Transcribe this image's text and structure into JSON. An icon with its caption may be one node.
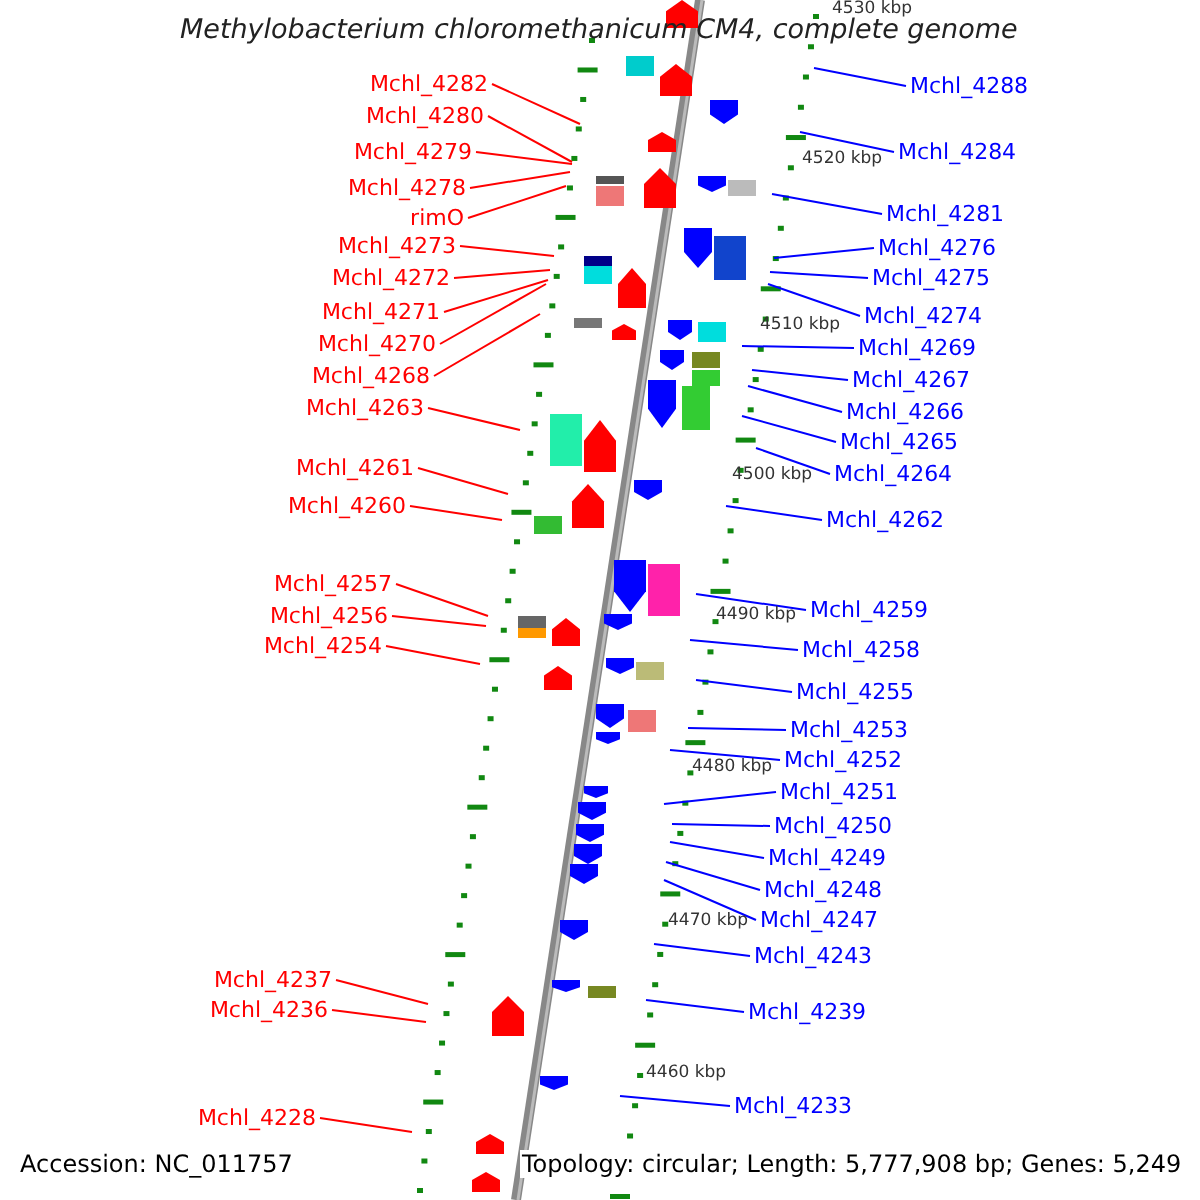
{
  "diagram": {
    "title": "Methylobacterium chloromethanicum CM4, complete genome",
    "nodes": [
      {
        "text": [
          "Mchl_4282"
        ]
      },
      {
        "text": [
          "Mchl_4288"
        ]
      },
      {
        "text": [
          "Mchl_4280"
        ]
      },
      {
        "text": [
          "Mchl_4279"
        ]
      },
      {
        "text": [
          "Mchl_4284"
        ]
      },
      {
        "text": [
          "Mchl_4278"
        ]
      },
      {
        "text": [
          "Mchl_4281"
        ]
      },
      {
        "text": [
          "rimO"
        ]
      },
      {
        "text": [
          "Mchl_4273"
        ]
      },
      {
        "text": [
          "Mchl_4276"
        ]
      },
      {
        "text": [
          "Mchl_4272"
        ]
      },
      {
        "text": [
          "Mchl_4275"
        ]
      },
      {
        "text": [
          "Mchl_4271"
        ]
      },
      {
        "text": [
          "Mchl_4274"
        ]
      },
      {
        "text": [
          "Mchl_4270"
        ]
      },
      {
        "text": [
          "Mchl_4269"
        ]
      },
      {
        "text": [
          "Mchl_4268"
        ]
      },
      {
        "text": [
          "Mchl_4267"
        ]
      },
      {
        "text": [
          "Mchl_4263"
        ]
      },
      {
        "text": [
          "Mchl_4266"
        ]
      },
      {
        "text": [
          "Mchl_4265"
        ]
      },
      {
        "text": [
          "Mchl_4264"
        ]
      },
      {
        "text": [
          "Mchl_4261"
        ]
      },
      {
        "text": [
          "Mchl_4260"
        ]
      },
      {
        "text": [
          "Mchl_4262"
        ]
      },
      {
        "text": [
          "Mchl_4257"
        ]
      },
      {
        "text": [
          "Mchl_4259"
        ]
      },
      {
        "text": [
          "Mchl_4256"
        ]
      },
      {
        "text": [
          "Mchl_4254"
        ]
      },
      {
        "text": [
          "Mchl_4258"
        ]
      },
      {
        "text": [
          "Mchl_4255"
        ]
      },
      {
        "text": [
          "Mchl_4253"
        ]
      },
      {
        "text": [
          "Mchl_4252"
        ]
      },
      {
        "text": [
          "Mchl_4251"
        ]
      },
      {
        "text": [
          "Mchl_4250"
        ]
      },
      {
        "text": [
          "Mchl_4249"
        ]
      },
      {
        "text": [
          "Mchl_4248"
        ]
      },
      {
        "text": [
          "Mchl_4247"
        ]
      },
      {
        "text": [
          "Mchl_4243"
        ]
      },
      {
        "text": [
          "Mchl_4237"
        ]
      },
      {
        "text": [
          "Mchl_4236"
        ]
      },
      {
        "text": [
          "Mchl_4239"
        ]
      },
      {
        "text": [
          "Mchl_4233"
        ]
      },
      {
        "text": [
          "Mchl_4228"
        ]
      }
    ],
    "edges": [
      {
        "from": 0,
        "to": null,
        "arrow": "none",
        "color": "#ff0000"
      },
      {
        "from": 1,
        "to": null,
        "arrow": "none"
      },
      {
        "from": 2,
        "to": null,
        "arrow": "none",
        "color": "#ff0000"
      },
      {
        "from": 3,
        "to": null,
        "arrow": "none",
        "color": "#ff0000"
      },
      {
        "from": 4,
        "to": null,
        "arrow": "none"
      },
      {
        "from": 5,
        "to": null,
        "arrow": "none",
        "color": "#ff0000"
      },
      {
        "from": 6,
        "to": null,
        "arrow": "none"
      },
      {
        "from": 7,
        "to": null,
        "arrow": "none",
        "color": "#ff0000"
      },
      {
        "from": 8,
        "to": null,
        "arrow": "none",
        "color": "#ff0000"
      },
      {
        "from": 9,
        "to": null,
        "arrow": "none"
      },
      {
        "from": 10,
        "to": null,
        "arrow": "none",
        "color": "#ff0000"
      },
      {
        "from": 11,
        "to": null,
        "arrow": "none"
      },
      {
        "from": 12,
        "to": null,
        "arrow": "none",
        "color": "#ff0000"
      },
      {
        "from": 13,
        "to": null,
        "arrow": "none"
      },
      {
        "from": 14,
        "to": null,
        "arrow": "none",
        "color": "#ff0000"
      },
      {
        "from": 15,
        "to": null,
        "arrow": "none"
      },
      {
        "from": 16,
        "to": null,
        "arrow": "none",
        "color": "#ff0000"
      },
      {
        "from": 17,
        "to": null,
        "arrow": "none"
      },
      {
        "from": 18,
        "to": null,
        "arrow": "none",
        "color": "#ff0000"
      },
      {
        "from": 19,
        "to": null,
        "arrow": "none"
      },
      {
        "from": 20,
        "to": null,
        "arrow": "none"
      },
      {
        "from": 21,
        "to": null,
        "arrow": "none"
      },
      {
        "from": 22,
        "to": null,
        "arrow": "none",
        "color": "#ff0000"
      },
      {
        "from": 23,
        "to": null,
        "arrow": "none",
        "color": "#ff0000"
      },
      {
        "from": 24,
        "to": null,
        "arrow": "none"
      },
      {
        "from": 25,
        "to": null,
        "arrow": "none",
        "color": "#ff0000"
      },
      {
        "from": 26,
        "to": null,
        "arrow": "none"
      },
      {
        "from": 27,
        "to": null,
        "arrow": "none",
        "color": "#ff0000"
      },
      {
        "from": 28,
        "to": null,
        "arrow": "none",
        "color": "#ff0000"
      },
      {
        "from": 29,
        "to": null,
        "arrow": "none"
      },
      {
        "from": 30,
        "to": null,
        "arrow": "none"
      },
      {
        "from": 31,
        "to": null,
        "arrow": "none"
      },
      {
        "from": 32,
        "to": null,
        "arrow": "none"
      },
      {
        "from": 33,
        "to": null,
        "arrow": "none"
      },
      {
        "from": 34,
        "to": null,
        "arrow": "none"
      },
      {
        "from": 35,
        "to": null,
        "arrow": "none"
      },
      {
        "from": 36,
        "to": null,
        "arrow": "none"
      },
      {
        "from": 37,
        "to": null,
        "arrow": "none"
      },
      {
        "from": 38,
        "to": null,
        "arrow": "none"
      },
      {
        "from": 39,
        "to": null,
        "arrow": "none",
        "color": "#ff0000"
      },
      {
        "from": 40,
        "to": null,
        "arrow": "none",
        "color": "#ff0000"
      },
      {
        "from": 41,
        "to": null,
        "arrow": "none"
      },
      {
        "from": 42,
        "to": null,
        "arrow": "none"
      },
      {
        "from": 43,
        "to": null,
        "arrow": "none",
        "color": "#ff0000"
      }
    ],
    "labels": [
      "4530 kbp",
      "4520 kbp",
      "4510 kbp",
      "4500 kbp",
      "4490 kbp",
      "4480 kbp",
      "4470 kbp",
      "4460 kbp",
      "Accession: NC_011757",
      "Topology: circular; Length: 5,777,908 bp; Genes: 5,249"
    ]
  }
}
